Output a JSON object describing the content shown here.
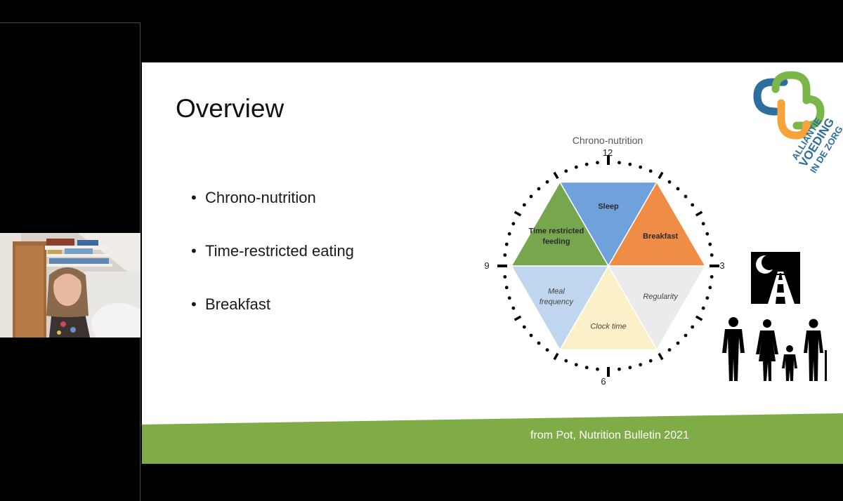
{
  "meeting": {
    "participant_video": "participant-webcam"
  },
  "slide": {
    "title": "Overview",
    "bullets": [
      "Chrono-nutrition",
      "Time-restricted eating",
      "Breakfast"
    ],
    "footer": "from Pot, Nutrition Bulletin 2021",
    "footer_color": "#7fac46",
    "logo": {
      "text_lines": [
        "ALLIANTIE",
        "VOEDING",
        "IN DE ZORG"
      ],
      "colors": [
        "#7ab648",
        "#f7a23b",
        "#2c6e9e"
      ]
    }
  },
  "chart_data": {
    "type": "pie",
    "title": "Chrono-nutrition",
    "clock_labels": {
      "top": "12",
      "right": "3",
      "bottom": "6",
      "left": "9"
    },
    "slices": [
      {
        "label": "Sleep",
        "value": 1,
        "color": "#6fa1dc",
        "style": "bold"
      },
      {
        "label": "Breakfast",
        "value": 1,
        "color": "#ef8c45",
        "style": "bold"
      },
      {
        "label": "Regularity",
        "value": 1,
        "color": "#ebebeb",
        "style": "italic"
      },
      {
        "label": "Clock time",
        "value": 1,
        "color": "#fcf0c8",
        "style": "italic"
      },
      {
        "label": "Meal frequency",
        "value": 1,
        "color": "#c0d5ee",
        "style": "italic"
      },
      {
        "label": "Time restricted feeding",
        "value": 1,
        "color": "#77a64e",
        "style": "bold"
      }
    ]
  },
  "icons": {
    "moon_road": "moon-road-icon",
    "family": "family-icon"
  }
}
